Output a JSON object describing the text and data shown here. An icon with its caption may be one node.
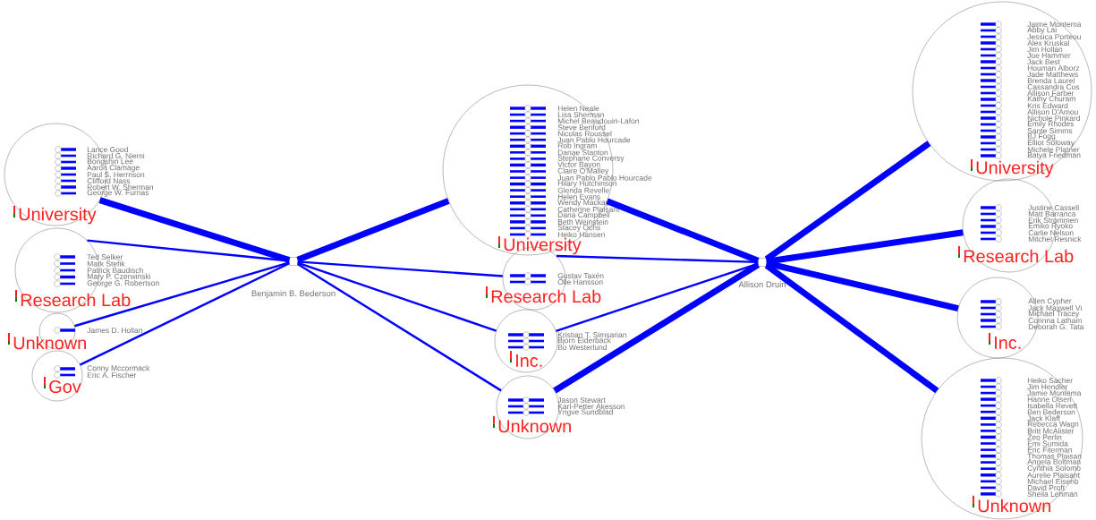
{
  "diagram": {
    "nodes": [
      {
        "text": [
          "Lance Good",
          "Richard G. Niemi",
          "Bongshin Lee",
          "Aaron Clamage",
          "Paul S. Herrnson",
          "Clifford Nass",
          "Robert W. Sherman",
          "George W. Furnas",
          "University"
        ]
      },
      {
        "text": [
          "Ted Selker",
          "Mark Stefik",
          "Patrick Baudisch",
          "Mary P. Czerwinski",
          "George G. Robertson",
          "Research Lab"
        ]
      },
      {
        "text": [
          "James D. Hollan",
          "Unknown"
        ]
      },
      {
        "text": [
          "Conny Mccormack",
          "Eric A. Fischer",
          "Gov"
        ]
      },
      {
        "text": [],
        "shape": "box",
        "beside": [
          "Benjamin B. Bederson"
        ]
      },
      {
        "text": [
          "Helen Neale",
          "Lisa Sherman",
          "Michel Beaudouin-Lafon",
          "Steve Benford",
          "Nicolas Roussel",
          "Juan Pablo Hourcade",
          "Rob Ingram",
          "Danae Stanton",
          "Stephane Conversy",
          "Victor Bayon",
          "Claire O'Malley",
          "Juan Pablo Pablo Hourcade",
          "Hilary Hutchinson",
          "Glenda Revelle",
          "Helen Evans",
          "Wendy Mackay",
          "Catherine Plaisant",
          "Dana Campbell",
          "Beth Weinstein",
          "Stacey Ochs",
          "Heiko Hansen",
          "University"
        ]
      },
      {
        "text": [
          "Gustav Taxén",
          "Olle Hansson",
          "Research Lab"
        ]
      },
      {
        "text": [
          "Kristian T. Simsarian",
          "Bjorn Eiderback",
          "Bo Westerlund",
          "Inc."
        ]
      },
      {
        "text": [
          "Jason Stewart",
          "Karl-Petter Akesson",
          "Yngve Sundblad",
          "Unknown"
        ]
      },
      {
        "text": [],
        "shape": "box",
        "beside": [
          "Allison Druin"
        ]
      },
      {
        "text": [
          "Jaime Montema",
          "Abby Lai",
          "Jessica Porteou",
          "Alex Kruskal",
          "Jim Hollan",
          "Joe Hammer",
          "Jack Best",
          "Houman Alborz",
          "Jade Matthews",
          "Brenda Laurel",
          "Cassandra Cos",
          "Allison Farber",
          "Kathy Churam",
          "Kris Edward",
          "Allison D'Amou",
          "Nichole Pinkard",
          "Emily Rhodes",
          "Sante Simms",
          "BJ Fogg",
          "Elliot Soloway",
          "Michele Platner",
          "Batya Friedman",
          "University"
        ]
      },
      {
        "text": [
          "Justine Cassell",
          "Matt Barranca",
          "Erik Strommen",
          "Emiko Ryoko",
          "Carlie Nelson",
          "Mitchel Resnick",
          "Research Lab"
        ]
      },
      {
        "text": [
          "Allen Cypher",
          "Jack Maxwell Vi",
          "Michael Tracey",
          "Corinna Latham",
          "Deborah G. Tata",
          "Inc."
        ]
      },
      {
        "text": [
          "Heiko Sacher",
          "Jim Hendler",
          "Jamie Montema",
          "Hanne Olsen",
          "Isabella Revett",
          "Ben Bederson",
          "Jack Klaff",
          "Rebecca Wagn",
          "Britt McAlister",
          "Zeo Perlin",
          "Emi Sumida",
          "Eric Fiterman",
          "Thomas Plaisan",
          "Angela Boltman",
          "Cynthia Solomo",
          "Aurelie Plaisant",
          "Michael Eisenb",
          "David Proft",
          "Sheila Lehman",
          "Unknown"
        ]
      }
    ],
    "edges": [
      {
        "from": 4,
        "to": 0,
        "arrow": "none",
        "style": "thick"
      },
      {
        "from": 4,
        "to": 1,
        "arrow": "none"
      },
      {
        "from": 4,
        "to": 2,
        "arrow": "none"
      },
      {
        "from": 4,
        "to": 3,
        "arrow": "none"
      },
      {
        "from": 4,
        "to": 5,
        "arrow": "none",
        "style": "thick"
      },
      {
        "from": 4,
        "to": 6,
        "arrow": "none"
      },
      {
        "from": 4,
        "to": 7,
        "arrow": "none"
      },
      {
        "from": 4,
        "to": 8,
        "arrow": "none"
      },
      {
        "from": 9,
        "to": 5,
        "arrow": "none",
        "style": "thick"
      },
      {
        "from": 9,
        "to": 6,
        "arrow": "none"
      },
      {
        "from": 9,
        "to": 7,
        "arrow": "none"
      },
      {
        "from": 9,
        "to": 8,
        "arrow": "none",
        "style": "thick"
      },
      {
        "from": 9,
        "to": 10,
        "arrow": "none",
        "style": "thick"
      },
      {
        "from": 9,
        "to": 11,
        "arrow": "none",
        "style": "thick"
      },
      {
        "from": 9,
        "to": 12,
        "arrow": "none",
        "style": "thick"
      },
      {
        "from": 9,
        "to": 13,
        "arrow": "none",
        "style": "thick"
      }
    ]
  }
}
